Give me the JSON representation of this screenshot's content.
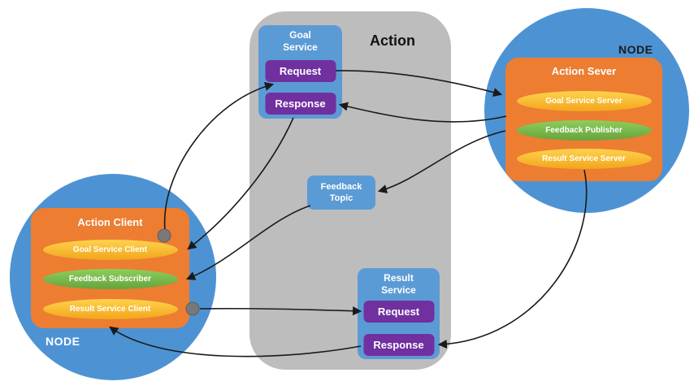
{
  "action_panel": {
    "label": "Action",
    "goal_service": {
      "title": "Goal Service",
      "request_label": "Request",
      "response_label": "Response"
    },
    "feedback_topic": {
      "title": "Feedback Topic"
    },
    "result_service": {
      "title": "Result Service",
      "request_label": "Request",
      "response_label": "Response"
    }
  },
  "server_node": {
    "label": "NODE",
    "title": "Action Sever",
    "items": [
      {
        "label": "Goal Service Server"
      },
      {
        "label": "Feedback Publisher"
      },
      {
        "label": "Result Service Server"
      }
    ]
  },
  "client_node": {
    "label": "NODE",
    "title": "Action Client",
    "items": [
      {
        "label": "Goal Service Client"
      },
      {
        "label": "Feedback Subscriber"
      },
      {
        "label": "Result Service Client"
      }
    ]
  },
  "colors": {
    "node_circle": "#4d93d4",
    "action_panel": "#bdbdbd",
    "service_box_blue": "#5b9bd5",
    "request_response_purple": "#7030a0",
    "node_box_orange": "#ed7d31",
    "service_pill_yellow": "#ffc000",
    "topic_pill_green": "#70ad47",
    "arrow": "#1a1a1a",
    "junction_dot": "#787878",
    "node_label_left": "#ffffff",
    "node_label_right": "#1c1c1c"
  }
}
